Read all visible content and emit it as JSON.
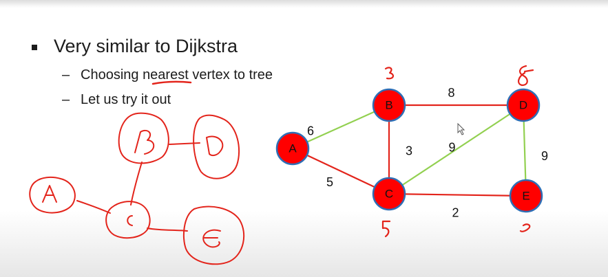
{
  "bullets": {
    "main": "Very similar to Dijkstra",
    "sub1_prefix": "Choosing ",
    "sub1_highlight": "nearest",
    "sub1_suffix": " vertex to tree",
    "sub2": "Let us try it out",
    "dash": "–"
  },
  "graph": {
    "vertices": [
      {
        "id": "A",
        "label": "A"
      },
      {
        "id": "B",
        "label": "B"
      },
      {
        "id": "C",
        "label": "C"
      },
      {
        "id": "D",
        "label": "D"
      },
      {
        "id": "E",
        "label": "E"
      }
    ],
    "edges": [
      {
        "from": "A",
        "to": "B",
        "weight": "6",
        "color": "#92d050"
      },
      {
        "from": "A",
        "to": "C",
        "weight": "5",
        "color": "#e3241b"
      },
      {
        "from": "B",
        "to": "D",
        "weight": "8",
        "color": "#e3241b"
      },
      {
        "from": "B",
        "to": "C",
        "weight": "3",
        "color": "#e3241b"
      },
      {
        "from": "C",
        "to": "D",
        "weight": "9",
        "color": "#92d050"
      },
      {
        "from": "D",
        "to": "E",
        "weight": "9",
        "color": "#92d050"
      },
      {
        "from": "C",
        "to": "E",
        "weight": "2",
        "color": "#e3241b"
      }
    ],
    "annotations": [
      {
        "vertex": "B",
        "text": "3"
      },
      {
        "vertex": "D",
        "text": "8"
      },
      {
        "vertex": "C",
        "text": "5"
      },
      {
        "vertex": "E",
        "text": "2"
      }
    ],
    "node_fill": "#ff0000",
    "node_stroke": "#2e6eb5",
    "annotation_color": "#e3241b"
  },
  "sketch": {
    "nodes": [
      {
        "id": "A",
        "text": "A"
      },
      {
        "id": "B",
        "text": "B"
      },
      {
        "id": "D",
        "text": "D"
      },
      {
        "id": "C",
        "text": "C"
      },
      {
        "id": "E",
        "text": "E"
      }
    ],
    "ink_color": "#e3241b"
  }
}
